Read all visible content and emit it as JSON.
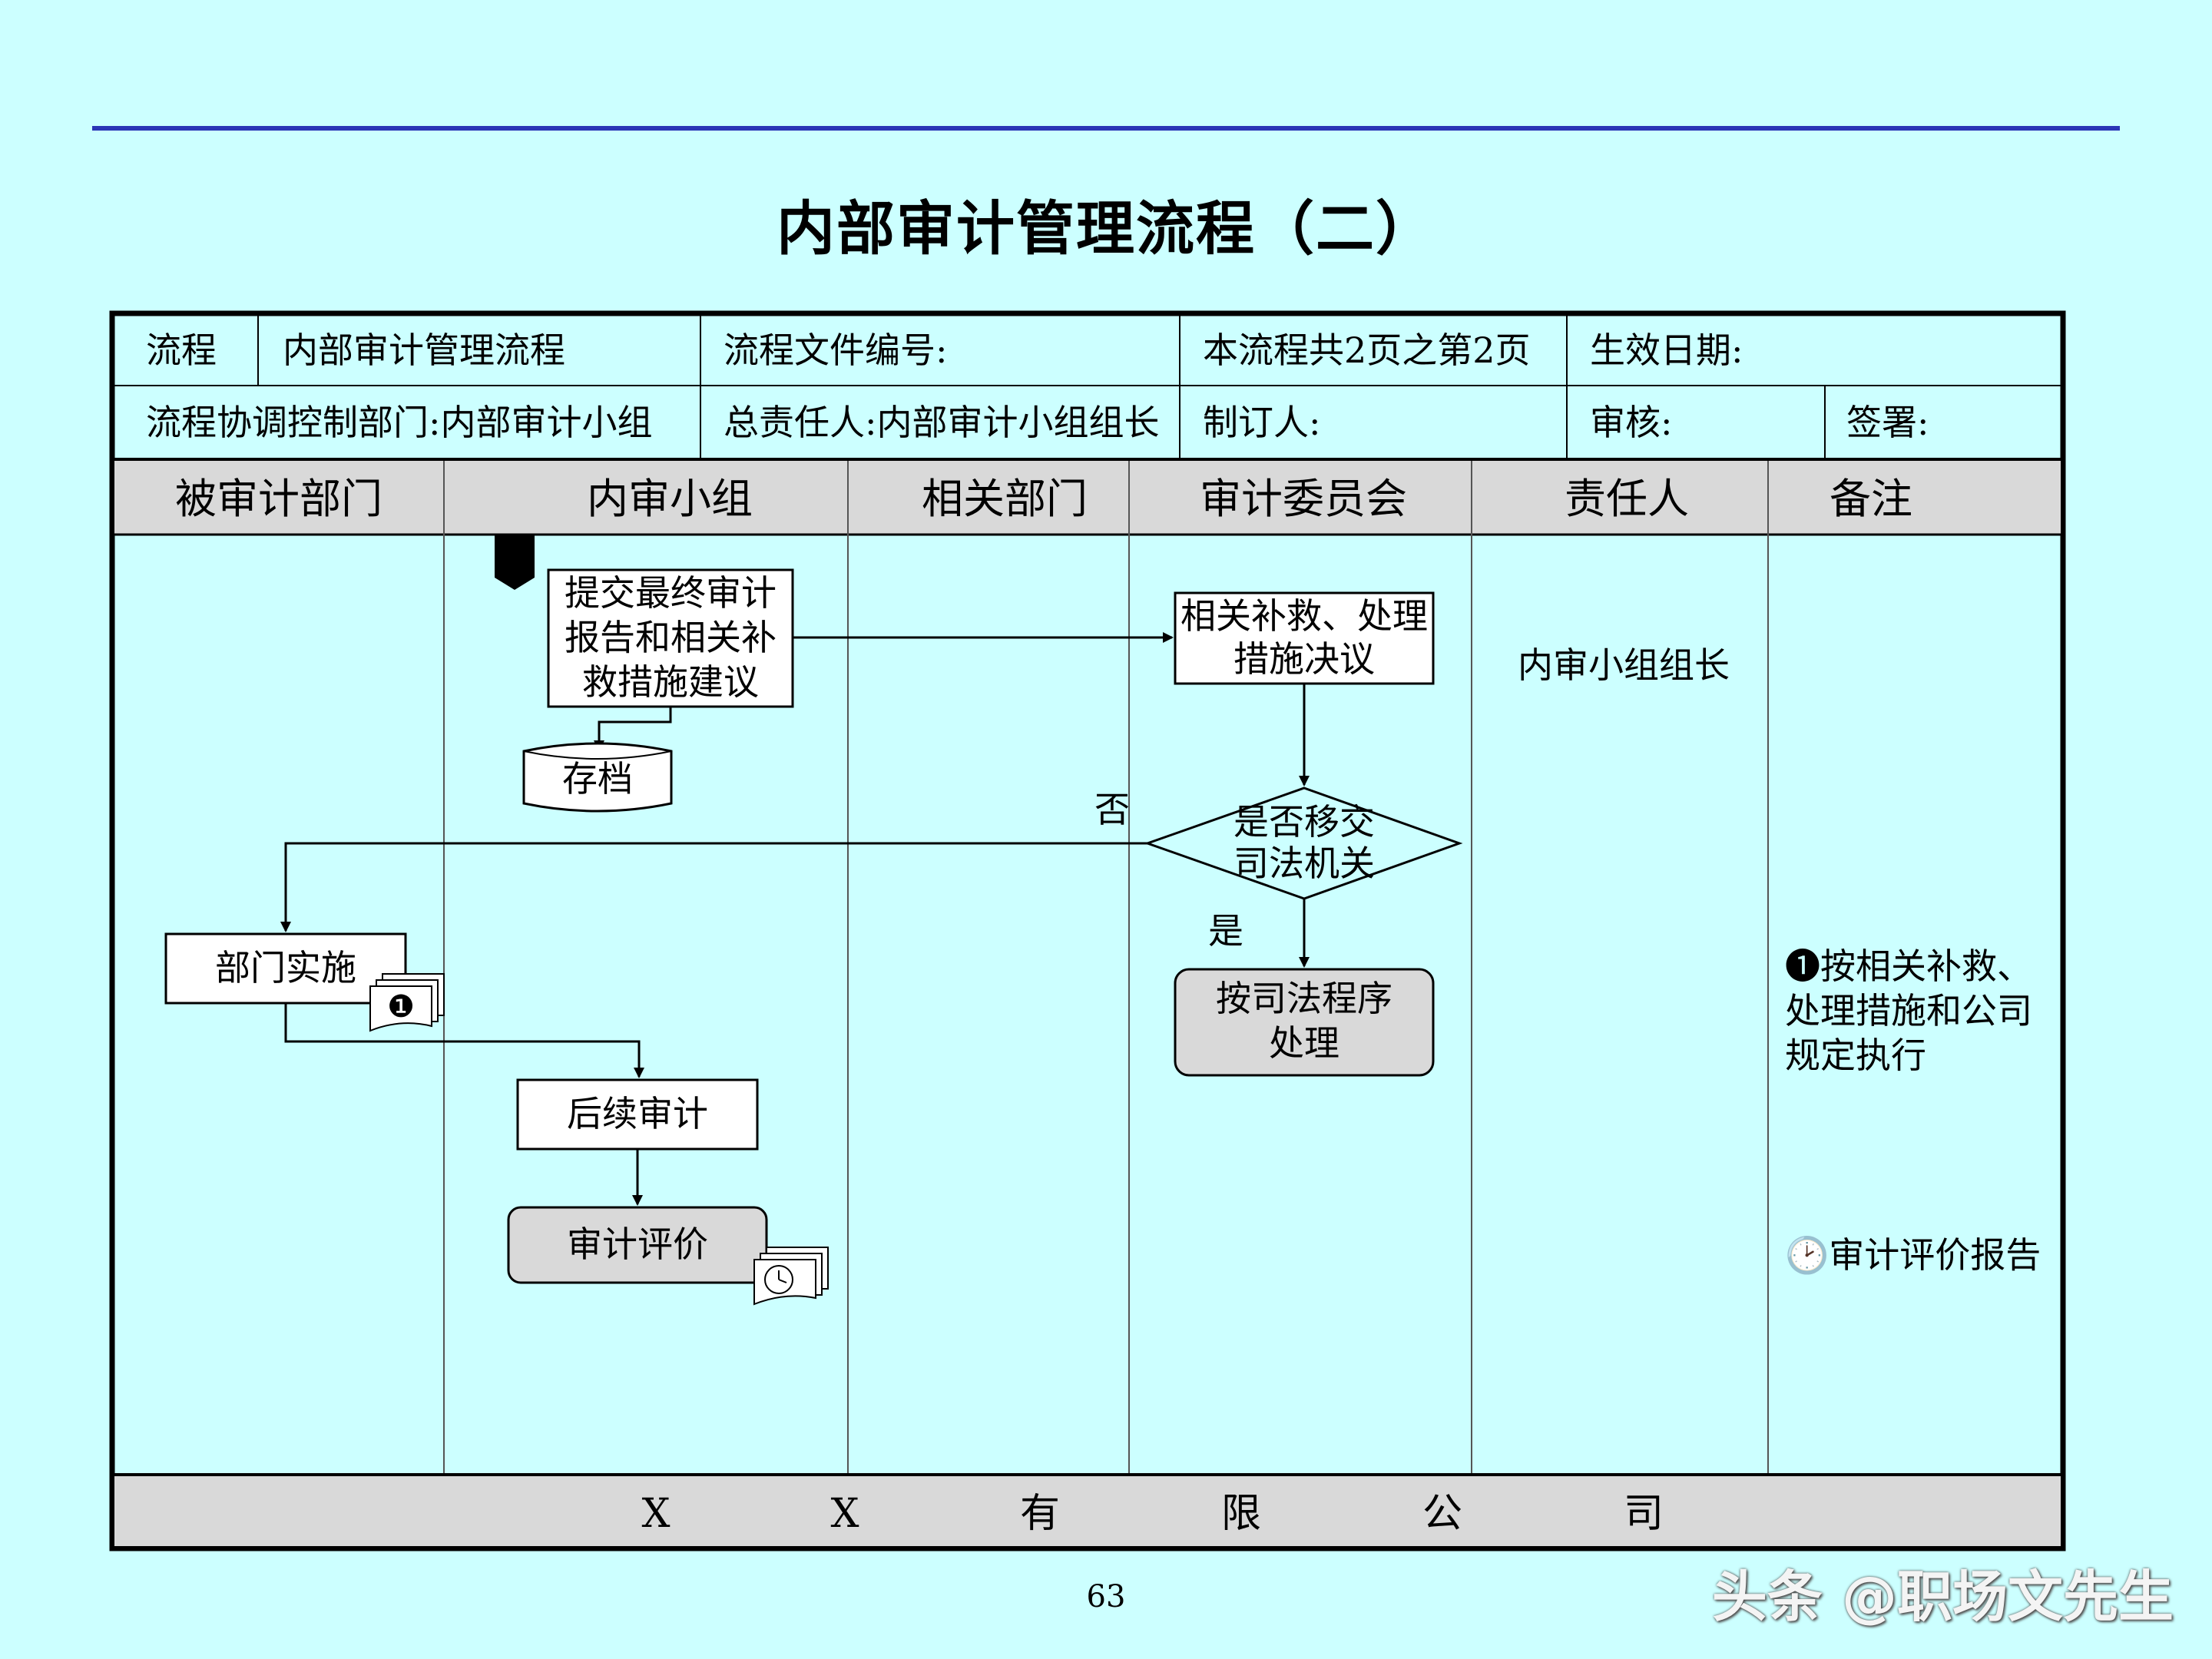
{
  "title": "内部审计管理流程（二）",
  "header": {
    "process_label": "流程",
    "process_name": "内部审计管理流程",
    "file_no_label": "流程文件编号:",
    "pages_text": "本流程共2页之第2页",
    "effective_date_label": "生效日期:",
    "coord_dept": "流程协调控制部门:内部审计小组",
    "owner": "总责任人:内部审计小组组长",
    "drafter_label": "制订人:",
    "reviewer_label": "审核:",
    "sign_label": "签署:"
  },
  "lanes": [
    "被审计部门",
    "内审小组",
    "相关部门",
    "审计委员会",
    "责任人",
    "备注"
  ],
  "nodes": {
    "submit_report": [
      "提交最终审计",
      "报告和相关补",
      "救措施建议"
    ],
    "archive": "存档",
    "decision_committee": [
      "相关补救、处理",
      "措施决议"
    ],
    "transfer_question": [
      "是否移交",
      "司法机关"
    ],
    "no_label": "否",
    "yes_label": "是",
    "judicial_process": [
      "按司法程序",
      "处理"
    ],
    "dept_implement": "部门实施",
    "followup_audit": "后续审计",
    "audit_evaluation": "审计评价",
    "doc_marker_1": "❶"
  },
  "responsible": "内审小组组长",
  "notes": {
    "note1": [
      "❶按相关补救、",
      "处理措施和公司",
      "规定执行"
    ],
    "note2": "🕑审计评价报告"
  },
  "footer_chars": [
    "X",
    "X",
    "有",
    "限",
    "公",
    "司"
  ],
  "page_number": "63",
  "watermark": "头条 @职场文先生",
  "colors": {
    "background": "#ccffff",
    "topline": "#2b35b6",
    "lane_header": "#d9d9d9"
  }
}
